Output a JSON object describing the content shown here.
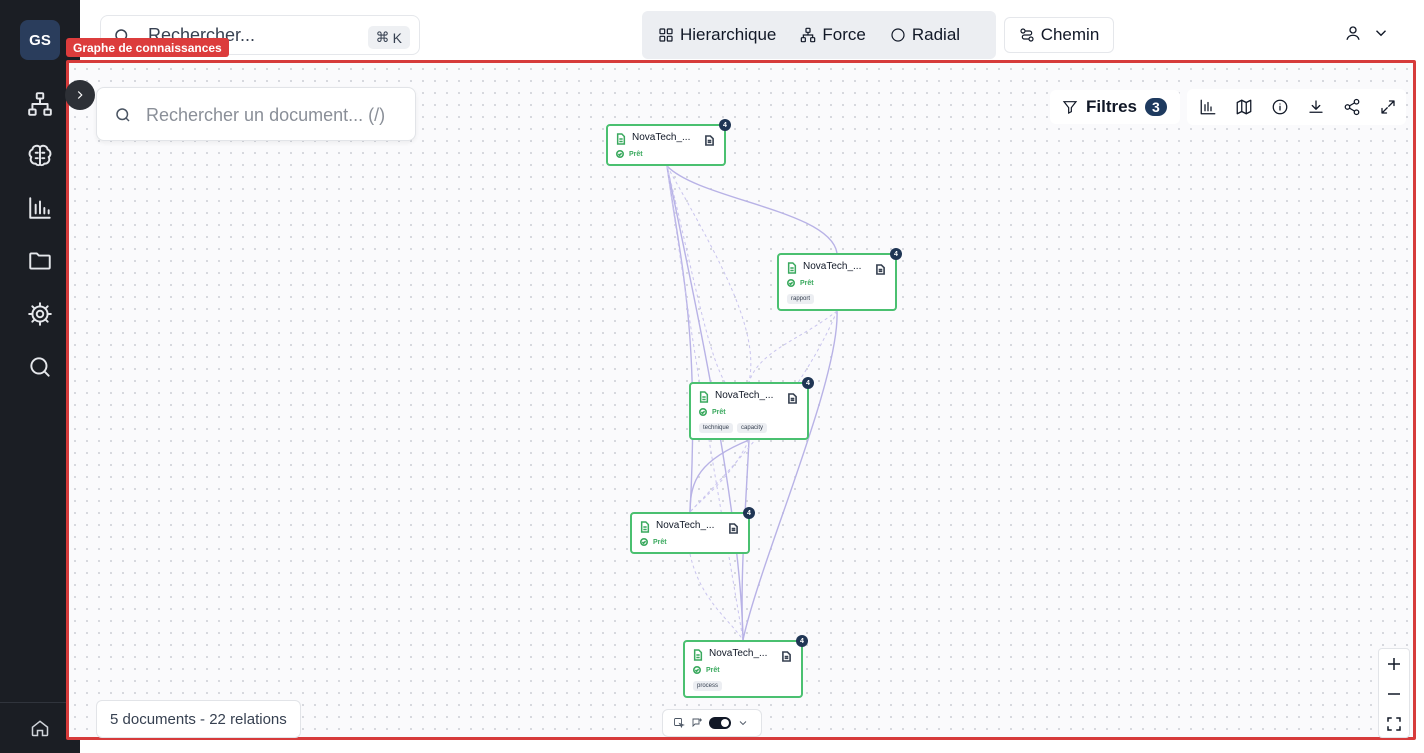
{
  "app": {
    "logo": "GS"
  },
  "sidebar": {
    "items": [
      {
        "name": "hierarchy",
        "icon": "sitemap-icon"
      },
      {
        "name": "brain",
        "icon": "brain-icon"
      },
      {
        "name": "analytics",
        "icon": "bar-chart-icon"
      },
      {
        "name": "documents",
        "icon": "folder-icon"
      },
      {
        "name": "settings",
        "icon": "gear-icon"
      },
      {
        "name": "search",
        "icon": "search-icon"
      }
    ],
    "bottom": {
      "icon": "home-icon"
    }
  },
  "header": {
    "search_placeholder": "Rechercher...",
    "shortcut_symbol": "⌘",
    "shortcut_key": "K",
    "views": [
      {
        "label": "Hierarchique",
        "icon": "grid-icon"
      },
      {
        "label": "Force",
        "icon": "network-icon"
      },
      {
        "label": "Radial",
        "icon": "circle-icon"
      }
    ],
    "path_label": "Chemin"
  },
  "graph": {
    "label": "Graphe de connaissances",
    "doc_search_placeholder": "Rechercher un document... (/)",
    "filters_label": "Filtres",
    "filters_count": "3",
    "toolbar": [
      "bar-chart-icon",
      "map-icon",
      "info-icon",
      "download-icon",
      "share-icon",
      "expand-icon"
    ],
    "nodes": [
      {
        "title": "NovaTech_...",
        "status": "Prêt",
        "tags": [],
        "badge": "4"
      },
      {
        "title": "NovaTech_...",
        "status": "Prêt",
        "tags": [
          "rapport"
        ],
        "badge": "4"
      },
      {
        "title": "NovaTech_...",
        "status": "Prêt",
        "tags": [
          "technique",
          "capacity"
        ],
        "badge": "4"
      },
      {
        "title": "NovaTech_...",
        "status": "Prêt",
        "tags": [],
        "badge": "4"
      },
      {
        "title": "NovaTech_...",
        "status": "Prêt",
        "tags": [
          "process"
        ],
        "badge": "4"
      }
    ],
    "stats": "5 documents - 22 relations",
    "zoom": {
      "in": "zoom-in-icon",
      "out": "zoom-out-icon",
      "fit": "fit-view-icon"
    }
  },
  "colors": {
    "accent_red": "#d63b3b",
    "node_border": "#4ac070",
    "edge": "#b8b2e6",
    "badge": "#1f3554",
    "sidebar": "#1b1e24"
  }
}
